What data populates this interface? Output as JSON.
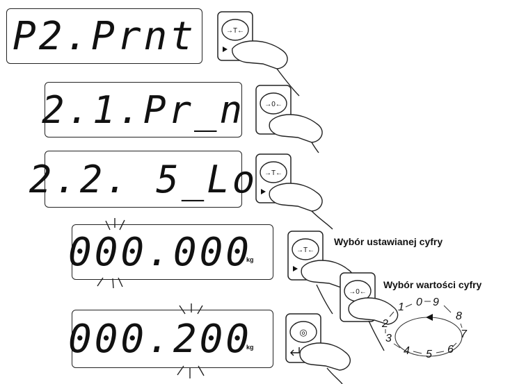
{
  "displays": [
    {
      "text": "P2.Prnt"
    },
    {
      "text": "2.1.Pr_n"
    },
    {
      "text": "2.2. 5_Lo"
    },
    {
      "text": "000.000",
      "unit": "kg"
    },
    {
      "text": "000.200",
      "unit": "kg"
    }
  ],
  "buttons": {
    "tare_label": "→T←",
    "zero_label": "→0←",
    "enter_symbol": "◎"
  },
  "captions": {
    "digit_select": "Wybór ustawianej cyfry",
    "value_select": "Wybór wartości cyfry"
  },
  "dial_digits": [
    "0",
    "9",
    "8",
    "7",
    "6",
    "5",
    "4",
    "3",
    "2",
    "1"
  ]
}
